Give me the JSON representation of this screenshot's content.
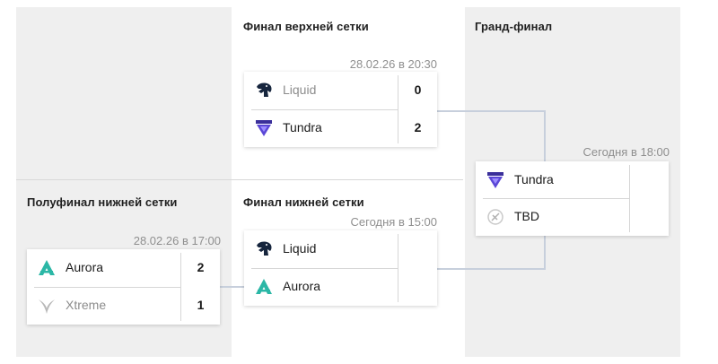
{
  "columns": {
    "upper_final": {
      "title": "Финал верхней сетки"
    },
    "grand_final": {
      "title": "Гранд-финал"
    },
    "lower_semifinal": {
      "title": "Полуфинал нижней сетки"
    },
    "lower_final": {
      "title": "Финал нижней сетки"
    }
  },
  "matches": {
    "upper_final": {
      "time": "28.02.26 в 20:30",
      "teams": [
        {
          "name": "Liquid",
          "score": "0",
          "logo": "liquid-horse-icon",
          "muted": true
        },
        {
          "name": "Tundra",
          "score": "2",
          "logo": "tundra-icon",
          "muted": false
        }
      ]
    },
    "grand_final": {
      "time": "Сегодня в 18:00",
      "teams": [
        {
          "name": "Tundra",
          "score": "",
          "logo": "tundra-icon",
          "muted": false
        },
        {
          "name": "TBD",
          "score": "",
          "logo": "tbd-icon",
          "muted": false
        }
      ]
    },
    "lower_semifinal": {
      "time": "28.02.26 в 17:00",
      "teams": [
        {
          "name": "Aurora",
          "score": "2",
          "logo": "aurora-icon",
          "muted": false
        },
        {
          "name": "Xtreme",
          "score": "1",
          "logo": "xtreme-icon",
          "muted": true
        }
      ]
    },
    "lower_final": {
      "time": "Сегодня в 15:00",
      "teams": [
        {
          "name": "Liquid",
          "score": "",
          "logo": "liquid-horse-icon",
          "muted": false
        },
        {
          "name": "Aurora",
          "score": "",
          "logo": "aurora-icon",
          "muted": false
        }
      ]
    }
  },
  "colors": {
    "column_bg": "#efefef",
    "connector": "#c7cfdc",
    "liquid": "#16253d",
    "tundra": "#5b47d6",
    "aurora": "#2bb7a6",
    "xtreme": "#b8b8b8"
  }
}
